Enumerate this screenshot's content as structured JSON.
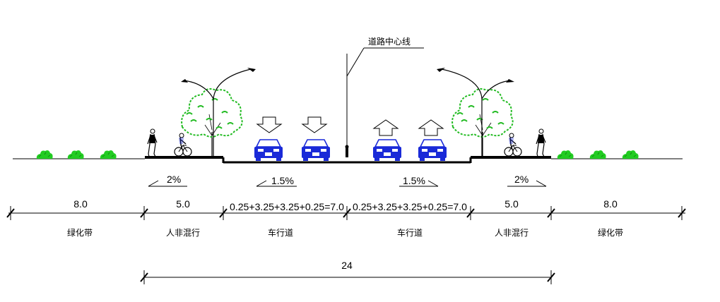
{
  "diagram": {
    "centerline_label": "道路中心线",
    "slopes": {
      "left_walk": "2%",
      "left_road": "1.5%",
      "right_road": "1.5%",
      "right_walk": "2%"
    },
    "dims": {
      "left_green": "8.0",
      "left_walk": "5.0",
      "left_road": "0.25+3.25+3.25+0.25=7.0",
      "right_road": "0.25+3.25+3.25+0.25=7.0",
      "right_walk": "5.0",
      "right_green": "8.0"
    },
    "zones": {
      "left_green": "绿化带",
      "left_walk": "人非混行",
      "left_road": "车行道",
      "right_road": "车行道",
      "right_walk": "人非混行",
      "right_green": "绿化带"
    },
    "total": "24",
    "colors": {
      "line": "#000000",
      "vehicle": "#1a2ad8",
      "tree": "#22bb22",
      "shrub": "#22cc22"
    }
  }
}
